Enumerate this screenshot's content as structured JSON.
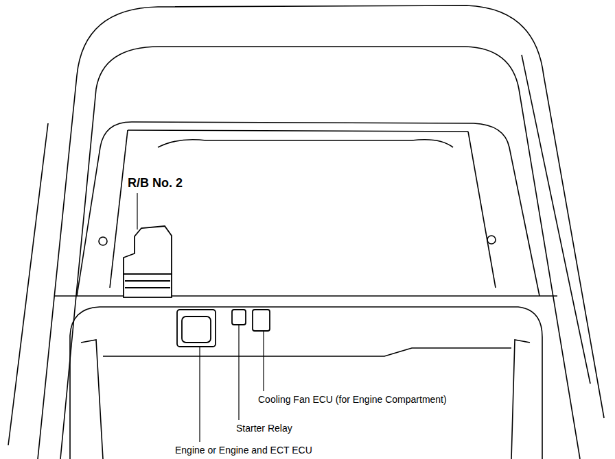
{
  "diagram": {
    "labels": [
      "R/B No. 2",
      "Cooling Fan ECU (for Engine Compartment)",
      "Starter Relay",
      "Engine or Engine and ECT ECU"
    ]
  }
}
